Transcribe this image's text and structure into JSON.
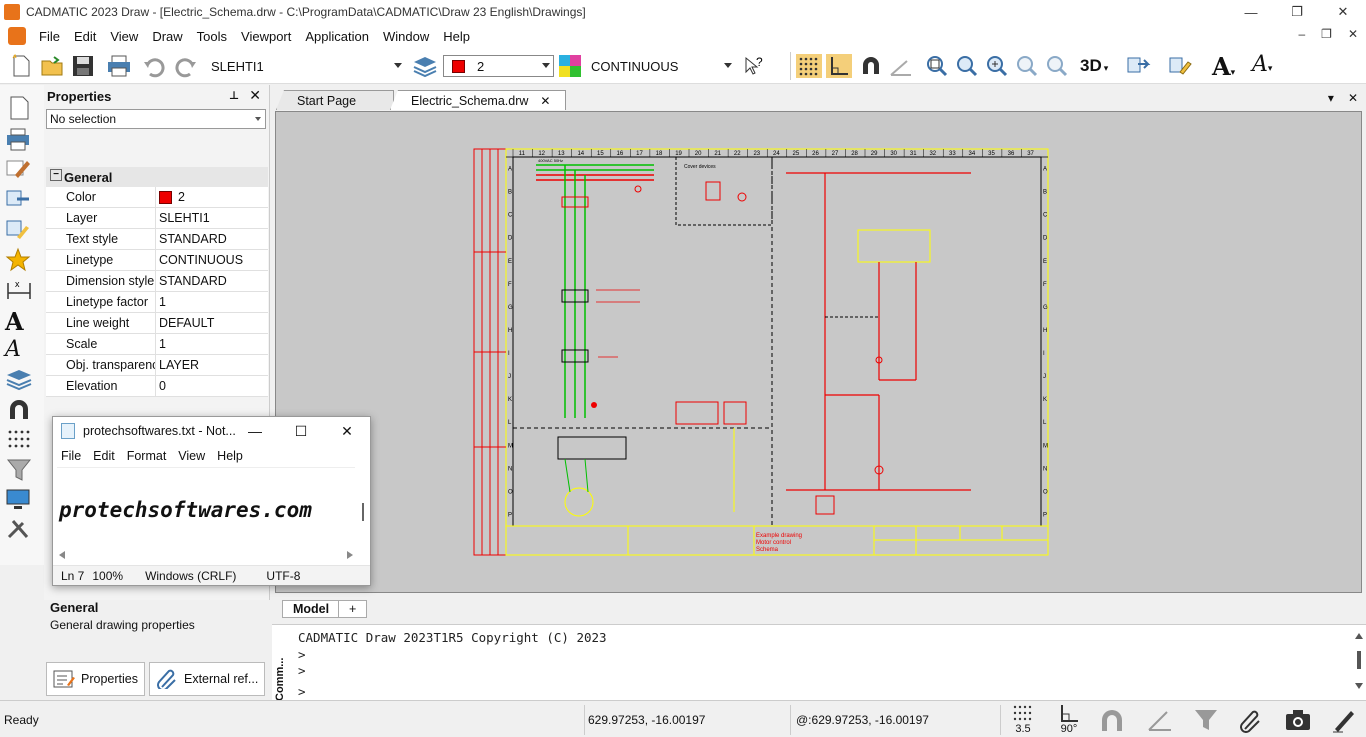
{
  "window": {
    "title": "CADMATIC 2023 Draw - [Electric_Schema.drw - C:\\ProgramData\\CADMATIC\\Draw 23 English\\Drawings]",
    "minimize": "—",
    "maximize": "❐",
    "close": "✕"
  },
  "menu": [
    "File",
    "Edit",
    "View",
    "Draw",
    "Tools",
    "Viewport",
    "Application",
    "Window",
    "Help"
  ],
  "mdi": {
    "minimize": "–",
    "restore": "❐",
    "close": "✕"
  },
  "toolbar": {
    "layer_combo": "SLEHTI1",
    "color_combo": "2",
    "linetype_combo": "CONTINUOUS",
    "view3d_label": "3D"
  },
  "properties": {
    "title": "Properties",
    "pin": "⊥",
    "close": "✕",
    "selection": "No selection",
    "group": "General",
    "rows": [
      {
        "key": "Color",
        "value": "2"
      },
      {
        "key": "Layer",
        "value": "SLEHTI1"
      },
      {
        "key": "Text style",
        "value": "STANDARD"
      },
      {
        "key": "Linetype",
        "value": "CONTINUOUS"
      },
      {
        "key": "Dimension style",
        "value": "STANDARD"
      },
      {
        "key": "Linetype factor",
        "value": "1"
      },
      {
        "key": "Line weight",
        "value": "DEFAULT"
      },
      {
        "key": "Scale",
        "value": "1"
      },
      {
        "key": "Obj. transparenc",
        "value": "LAYER"
      },
      {
        "key": "Elevation",
        "value": "0"
      }
    ],
    "desc_title": "General",
    "desc_text": "General drawing properties",
    "tabs": [
      "Properties",
      "External ref..."
    ]
  },
  "doctabs": {
    "tabs": [
      "Start Page",
      "Electric_Schema.drw"
    ],
    "active_close": "✕",
    "menu_icon": "▾",
    "close_all": "✕"
  },
  "drawing": {
    "top_numbers": [
      "11",
      "12",
      "13",
      "14",
      "15",
      "16",
      "17",
      "18",
      "19",
      "20",
      "21",
      "22",
      "23",
      "24",
      "25",
      "26",
      "27",
      "28",
      "29",
      "30",
      "31",
      "32",
      "33",
      "34",
      "35",
      "36",
      "37"
    ],
    "row_letters": [
      "A",
      "B",
      "C",
      "D",
      "E",
      "F",
      "G",
      "H",
      "I",
      "J",
      "K",
      "L",
      "M",
      "N",
      "O",
      "P"
    ],
    "labels": {
      "supply": "400VAC 50Hz",
      "cover": "Cover devices",
      "title1": "Example drawing",
      "title2": "Motor control",
      "title3": "Schema"
    }
  },
  "model_tabs": [
    "Model",
    "+"
  ],
  "console": {
    "label": "Comm...",
    "lines": [
      "CADMATIC Draw 2023T1R5 Copyright (C) 2023",
      ">",
      ">",
      ">"
    ]
  },
  "status": {
    "ready": "Ready",
    "coords": "629.97253, -16.00197",
    "rel_coords": "@:629.97253, -16.00197",
    "grid_value": "3.5",
    "angle_value": "90°"
  },
  "notepad": {
    "title": "protechsoftwares.txt - Not...",
    "min": "—",
    "max": "☐",
    "close": "✕",
    "menu": [
      "File",
      "Edit",
      "Format",
      "View",
      "Help"
    ],
    "text": "protechsoftwares.com",
    "status": [
      "Ln 7",
      "100%",
      "Windows (CRLF)",
      "UTF-8"
    ]
  },
  "colors": {
    "accent": "#e8731a",
    "drawing_border": "#ffff00",
    "wire_red": "#e00000",
    "wire_green": "#00c000"
  }
}
